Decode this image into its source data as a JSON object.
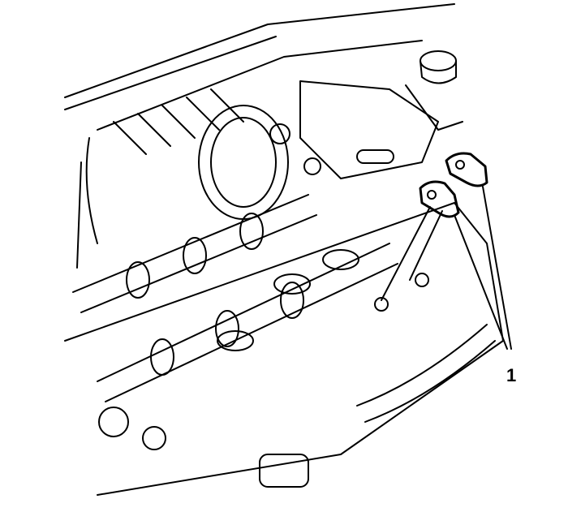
{
  "figure": {
    "subject": "Engine cylinder head with camshafts and rocker arms",
    "callouts": [
      {
        "number": "1",
        "label": "1",
        "target": "valve rocker arms"
      }
    ],
    "colors": {
      "line": "#000000",
      "background": "#ffffff"
    }
  }
}
